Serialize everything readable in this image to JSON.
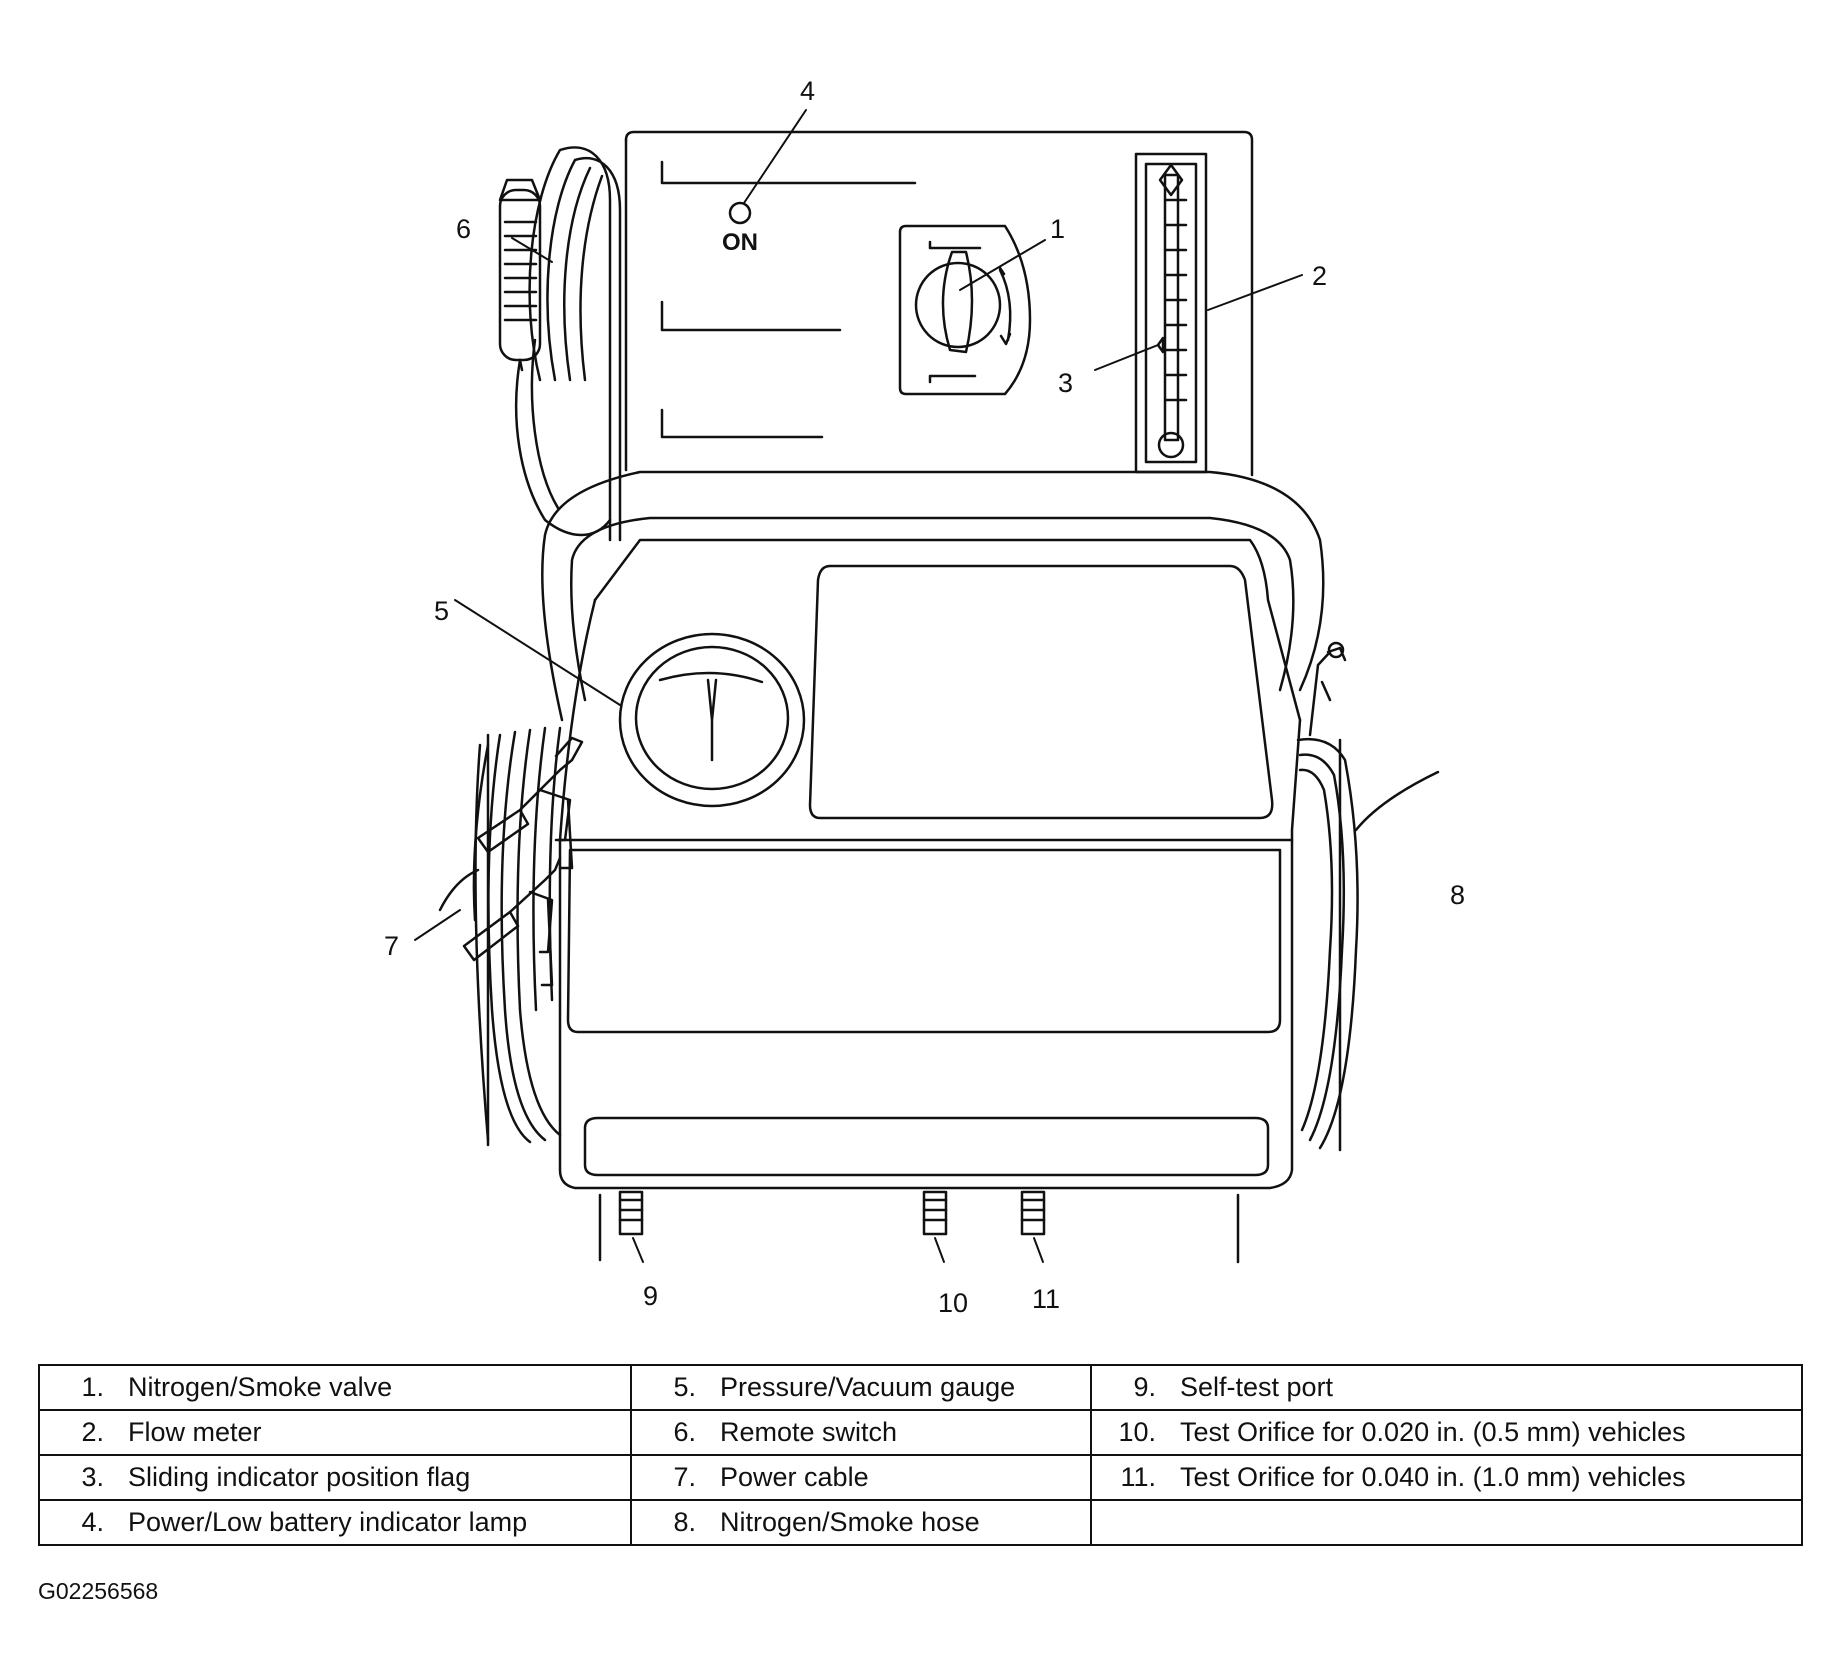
{
  "diagram": {
    "on_label": "ON",
    "callouts": [
      "1",
      "2",
      "3",
      "4",
      "5",
      "6",
      "7",
      "8",
      "9",
      "10",
      "11"
    ]
  },
  "legend": {
    "rows": [
      [
        {
          "num": "1.",
          "text": "Nitrogen/Smoke valve"
        },
        {
          "num": "5.",
          "text": "Pressure/Vacuum gauge"
        },
        {
          "num": "9.",
          "text": "Self-test port"
        }
      ],
      [
        {
          "num": "2.",
          "text": "Flow meter"
        },
        {
          "num": "6.",
          "text": "Remote switch"
        },
        {
          "num": "10.",
          "text": "Test Orifice for 0.020 in. (0.5 mm) vehicles"
        }
      ],
      [
        {
          "num": "3.",
          "text": "Sliding indicator position flag"
        },
        {
          "num": "7.",
          "text": "Power cable"
        },
        {
          "num": "11.",
          "text": "Test Orifice for 0.040 in. (1.0 mm) vehicles"
        }
      ],
      [
        {
          "num": "4.",
          "text": "Power/Low battery indicator lamp"
        },
        {
          "num": "8.",
          "text": "Nitrogen/Smoke hose"
        },
        {
          "num": "",
          "text": ""
        }
      ]
    ]
  },
  "figure_id": "G02256568"
}
